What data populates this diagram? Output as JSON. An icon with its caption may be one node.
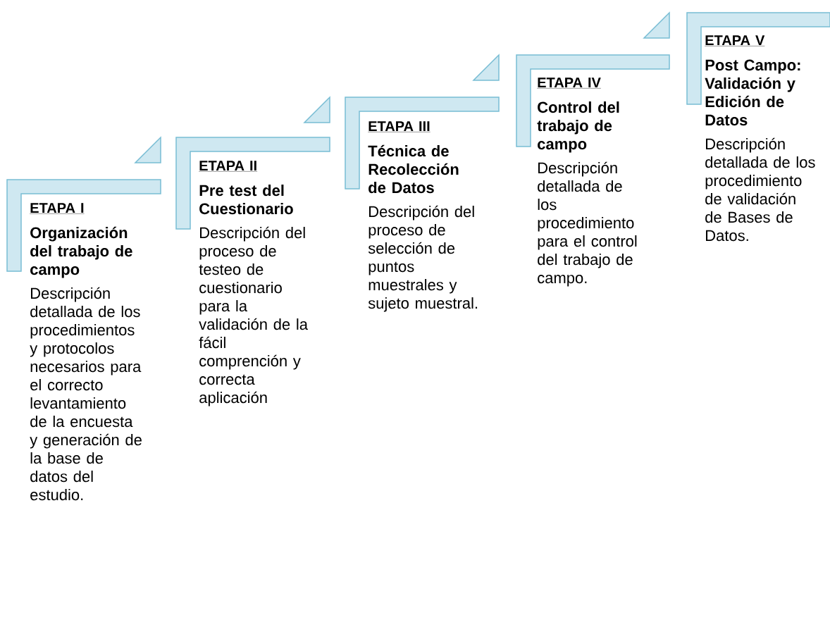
{
  "diagram": {
    "nodes": [
      {
        "text": [
          "ETAPA I",
          "Organización del trabajo de campo",
          "Descripción detallada de los procedimientos y protocolos necesarios para el correcto levantamiento de la encuesta y generación de la base de datos del estudio."
        ]
      },
      {
        "text": [
          "ETAPA II",
          "Pre test del Cuestionario",
          "Descripción del proceso de testeo de cuestionario para la validación de la fácil comprención y correcta aplicación"
        ]
      },
      {
        "text": [
          "ETAPA III",
          "Técnica de Recolección de Datos",
          "Descripción del proceso de selección de puntos muestrales y sujeto muestral."
        ]
      },
      {
        "text": [
          "ETAPA IV",
          "Control del trabajo de campo",
          "Descripción detallada de los procedimiento para el control del trabajo de campo."
        ]
      },
      {
        "text": [
          "ETAPA V",
          "Post Campo: Validación y Edición de Datos",
          "Descripción detallada de los procedimiento de validación de Bases de Datos."
        ]
      }
    ]
  }
}
